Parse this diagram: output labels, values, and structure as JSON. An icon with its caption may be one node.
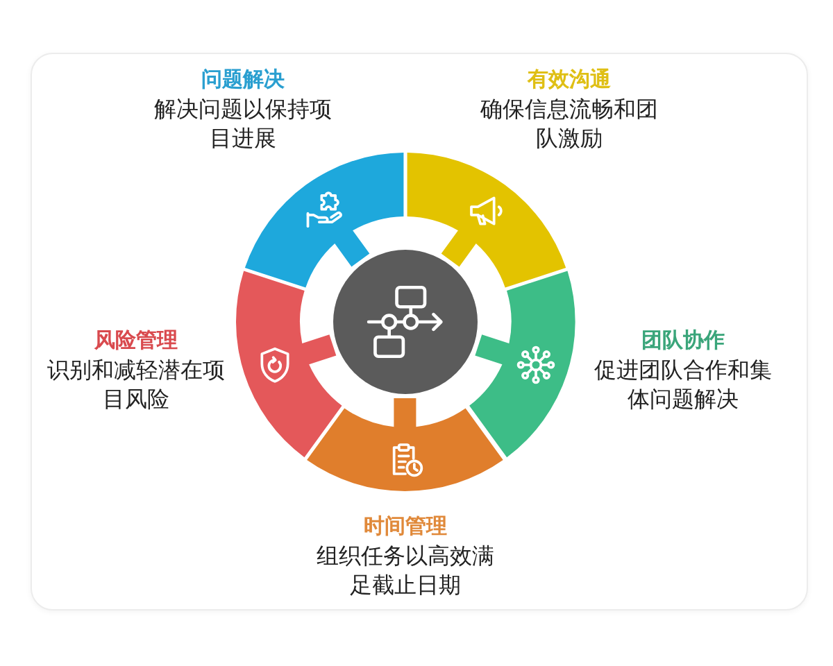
{
  "diagram": {
    "nodes": [
      {
        "text": [
          "问题解决",
          "解决问题以保持项目进展"
        ]
      },
      {
        "text": [
          "有效沟通",
          "确保信息流畅和团队激励"
        ]
      },
      {
        "text": [
          "风险管理",
          "识别和减轻潜在项目风险"
        ]
      },
      {
        "text": [
          "团队协作",
          "促进团队合作和集体问题解决"
        ]
      },
      {
        "text": [
          "时间管理",
          "组织任务以高效满足截止日期"
        ]
      }
    ]
  }
}
